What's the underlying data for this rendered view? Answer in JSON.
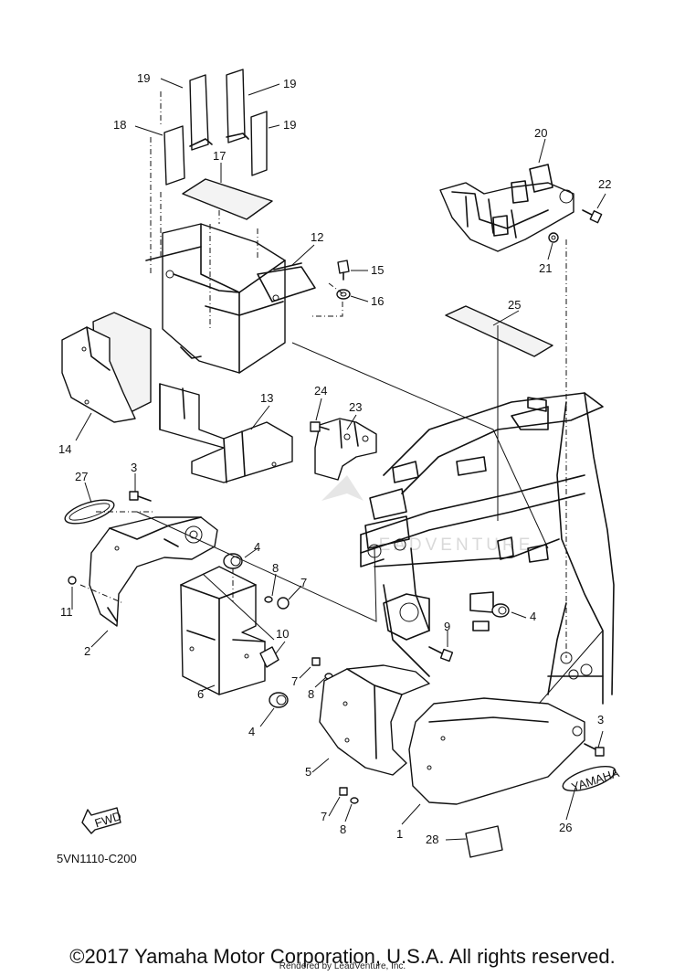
{
  "diagram": {
    "drawing_code": "5VN1110-C200",
    "fwd_label": "FWD",
    "emblem_text": "YAMAHA",
    "watermark_text": "LEADVENTURE",
    "callouts": {
      "p1": "1",
      "p2": "2",
      "p3a": "3",
      "p3b": "3",
      "p4a": "4",
      "p4b": "4",
      "p4c": "4",
      "p5": "5",
      "p6": "6",
      "p7a": "7",
      "p7b": "7",
      "p7c": "7",
      "p8a": "8",
      "p8b": "8",
      "p8c": "8",
      "p9": "9",
      "p10": "10",
      "p11": "11",
      "p12": "12",
      "p13": "13",
      "p14": "14",
      "p15": "15",
      "p16": "16",
      "p17": "17",
      "p18": "18",
      "p19a": "19",
      "p19b": "19",
      "p19c": "19",
      "p20": "20",
      "p21": "21",
      "p22": "22",
      "p23": "23",
      "p24": "24",
      "p25": "25",
      "p26": "26",
      "p27": "27",
      "p28": "28"
    }
  },
  "footer": {
    "copyright": "©2017 Yamaha Motor Corporation, U.S.A. All rights reserved.",
    "rendered_by": "Rendered by LeadVenture, Inc."
  }
}
